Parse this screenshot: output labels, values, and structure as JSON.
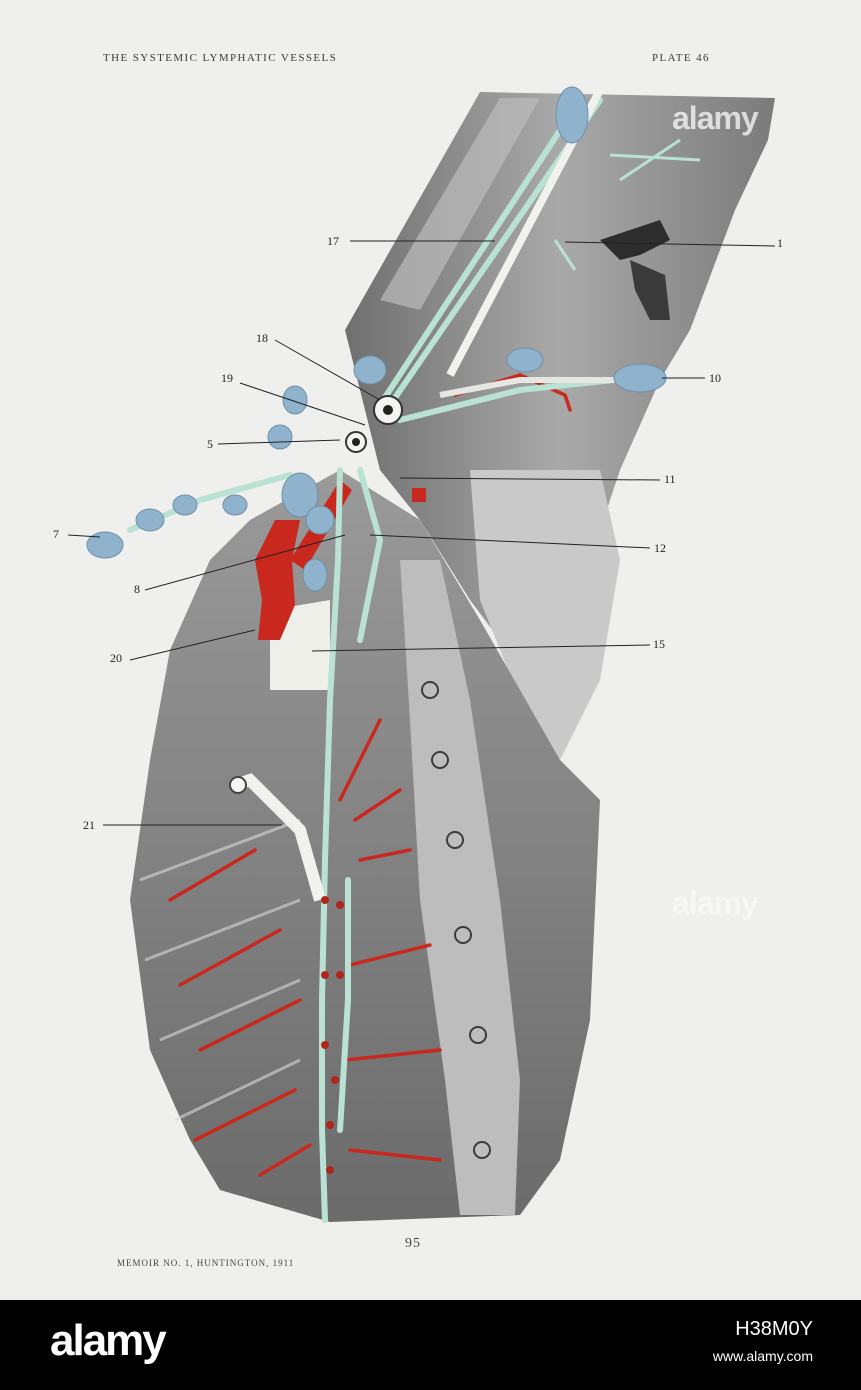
{
  "header": {
    "left_title": "THE SYSTEMIC LYMPHATIC VESSELS",
    "right_title": "PLATE 46"
  },
  "page_number": "95",
  "footer": "MEMOIR NO. 1, HUNTINGTON, 1911",
  "labels": {
    "l1": "1",
    "l5": "5",
    "l7": "7",
    "l8": "8",
    "l10": "10",
    "l11": "11",
    "l12": "12",
    "l15": "15",
    "l17": "17",
    "l18": "18",
    "l19": "19",
    "l20": "20",
    "l21": "21"
  },
  "watermark": {
    "top": "alamy",
    "mid": "alamy"
  },
  "stock_bar": {
    "logo": "alamy",
    "image_id": "H38M0Y",
    "url": "www.alamy.com"
  },
  "colors": {
    "lymph": "#b9e2d4",
    "artery": "#c8281e",
    "node_blue": "#8fb3cc",
    "tissue": "#8a8a8a"
  }
}
